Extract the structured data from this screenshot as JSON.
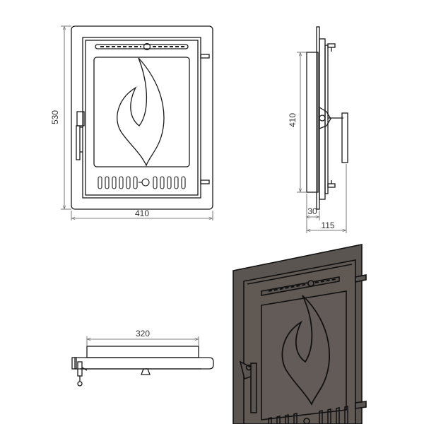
{
  "colors": {
    "line": "#1a1a1a",
    "dimension": "#555555",
    "text": "#333333",
    "door_fill": "#5b5552",
    "door_inner": "#615a56",
    "background": "#ffffff"
  },
  "dimensions": {
    "front_height": "530",
    "front_width": "410",
    "side_height": "410",
    "side_depth_small": "30",
    "side_depth_total": "115",
    "top_width": "320"
  },
  "icons": [
    "flame-icon",
    "handle-icon",
    "hinge-icon",
    "air-vent-icon",
    "adjuster-knob-icon"
  ]
}
